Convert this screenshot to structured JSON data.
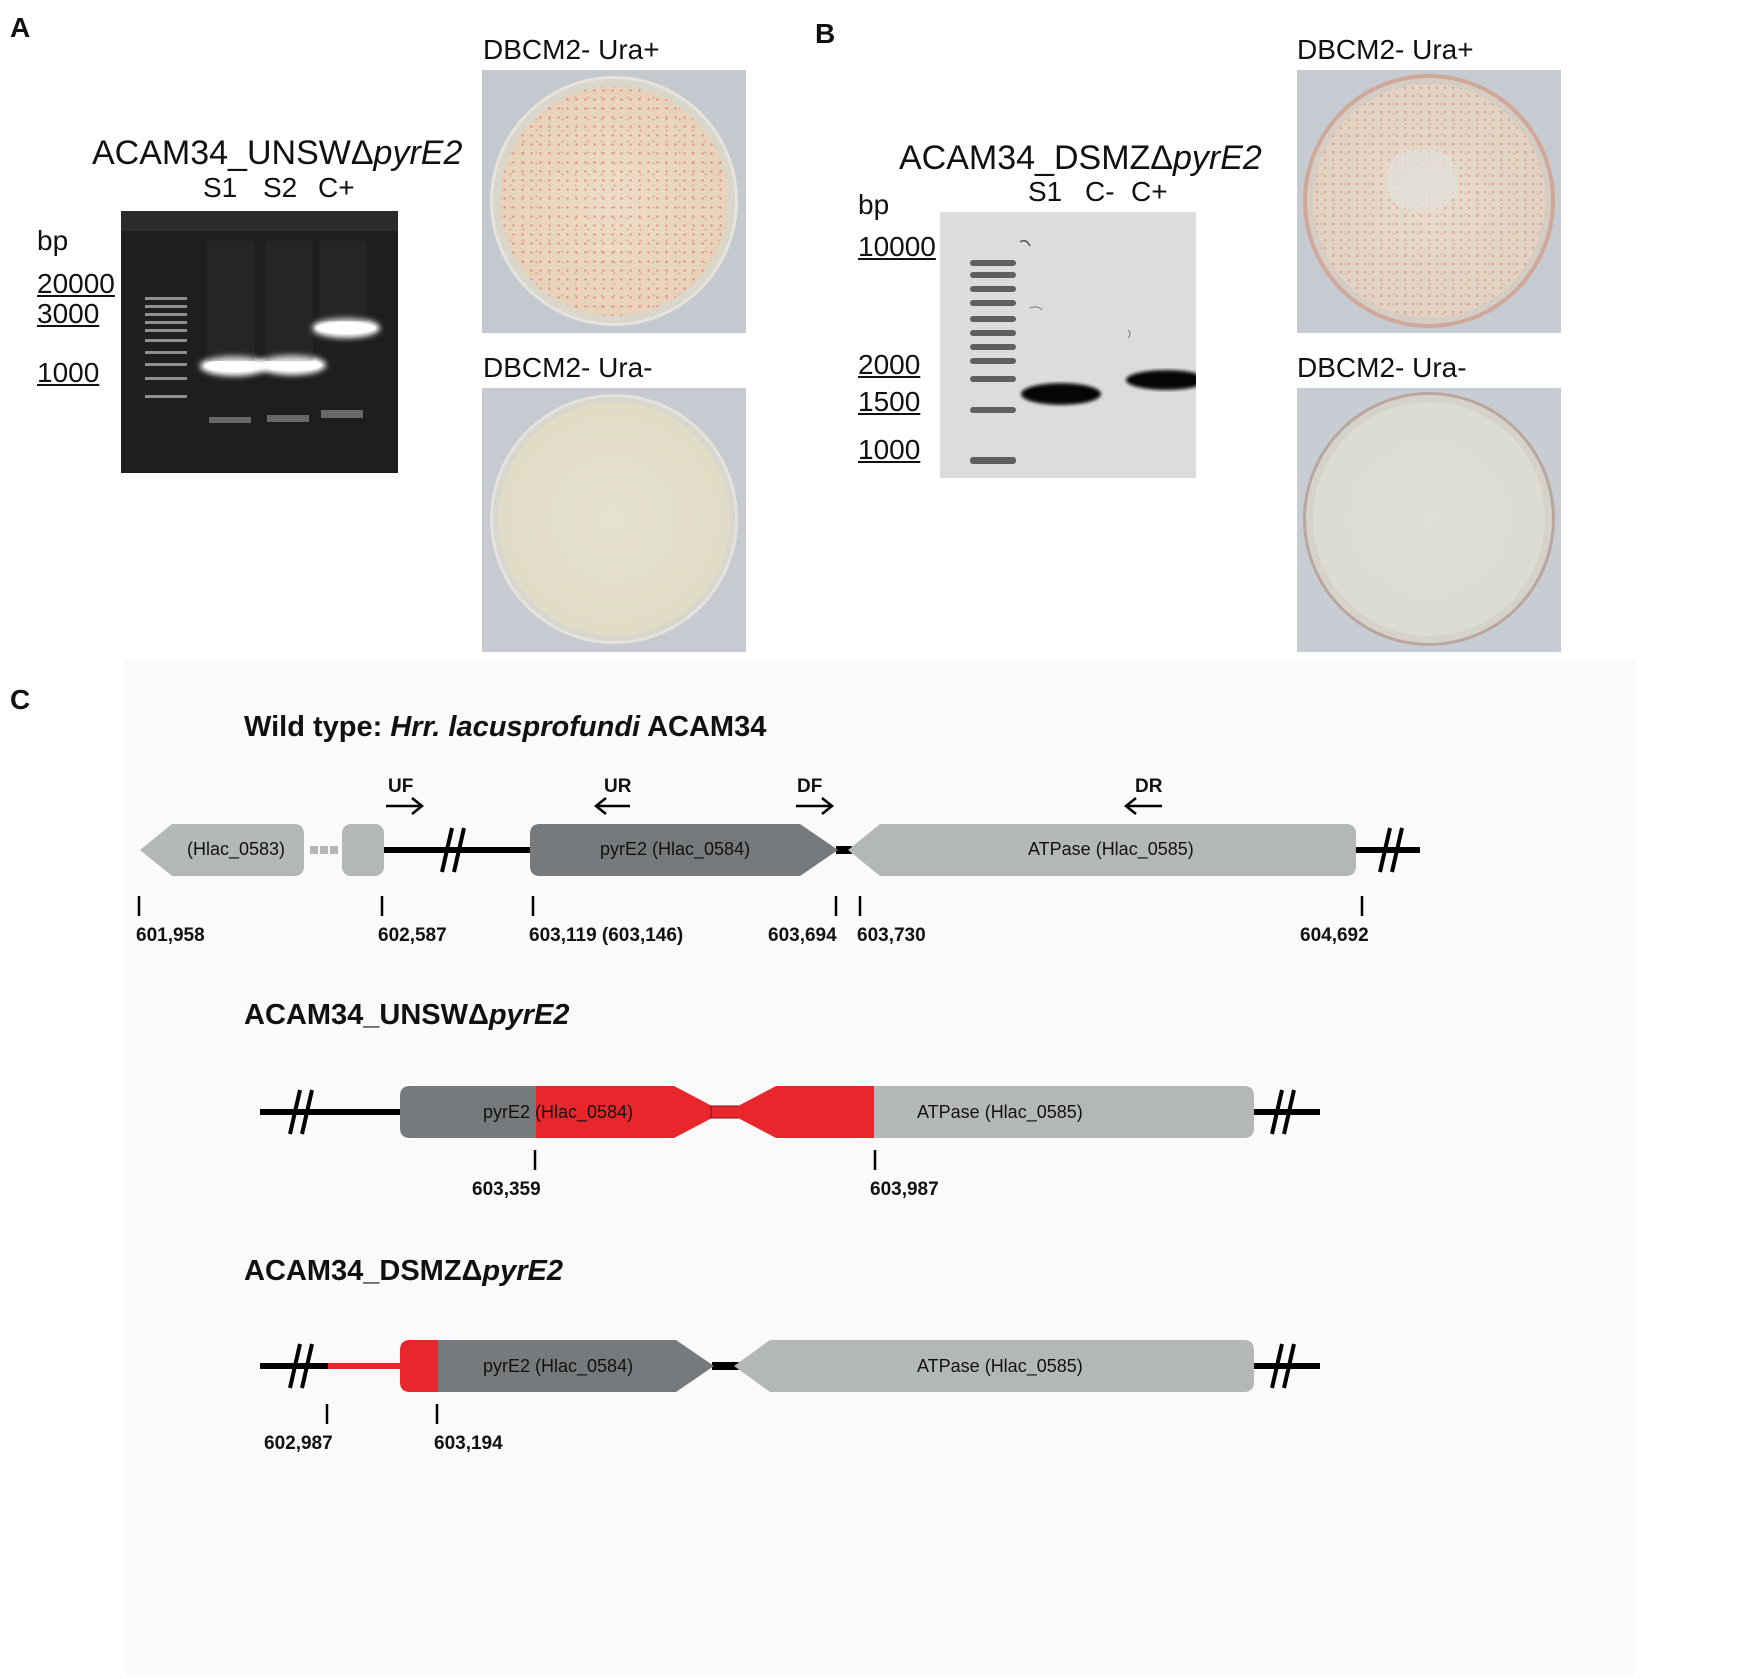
{
  "panels": {
    "a": {
      "letter": "A",
      "gel_title_prefix": "ACAM34_UNSWΔ",
      "gel_title_italic": "pyrE2",
      "lanes": [
        "S1",
        "S2",
        "C+"
      ],
      "bp_label": "bp",
      "ladder_labels": [
        "20000",
        "3000",
        "1000"
      ],
      "plate_top_label": "DBCM2- Ura+",
      "plate_bottom_label": "DBCM2- Ura-"
    },
    "b": {
      "letter": "B",
      "gel_title_prefix": "ACAM34_DSMZΔ",
      "gel_title_italic": "pyrE2",
      "lanes": [
        "S1",
        "C-",
        "C+"
      ],
      "bp_label": "bp",
      "ladder_labels": [
        "10000",
        "2000",
        "1500",
        "1000"
      ],
      "plate_top_label": "DBCM2- Ura+",
      "plate_bottom_label": "DBCM2- Ura-"
    },
    "c": {
      "letter": "C",
      "wild_type": {
        "title_bold": "Wild type: ",
        "title_italic": "Hrr. lacusprofundi",
        "title_suffix": " ACAM34",
        "primers": [
          "UF",
          "UR",
          "DF",
          "DR"
        ],
        "genes": [
          "(Hlac_0583)",
          "pyrE2 (Hlac_0584)",
          "ATPase (Hlac_0585)"
        ],
        "coords": [
          "601,958",
          "602,587",
          "603,119 (603,146)",
          "603,694",
          "603,730",
          "604,692"
        ]
      },
      "unsw": {
        "title_prefix": "ACAM34_UNSWΔ",
        "title_italic": "pyrE2",
        "gene_left_a": "pyrE2",
        "gene_left_b": " (Hlac_0584)",
        "gene_right": "ATPase (Hlac_0585)",
        "coords": [
          "603,359",
          "603,987"
        ]
      },
      "dsmz": {
        "title_prefix": "ACAM34_DSMZΔ",
        "title_italic": "pyrE2",
        "gene_left": "pyrE2 (Hlac_0584)",
        "gene_right": "ATPase (Hlac_0585)",
        "coords": [
          "602,987",
          "603,194"
        ]
      }
    }
  },
  "colors": {
    "gene_dark": "#777a7c",
    "gene_light": "#b4b7b8",
    "deletion_red": "#e8262b",
    "gel_a_bg": "#1e1e1e",
    "gel_b_bg": "#dcdcdc",
    "plate_agar": "#ece4cf"
  }
}
